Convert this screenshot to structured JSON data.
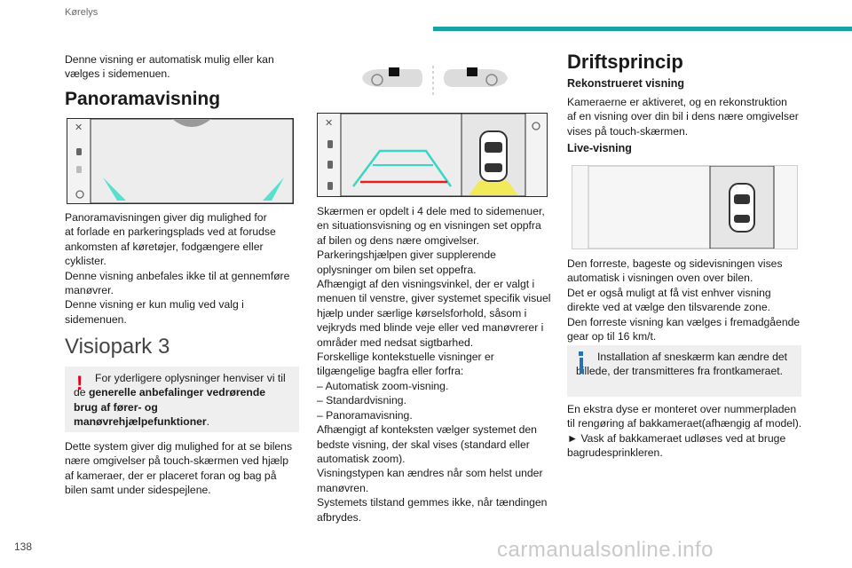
{
  "header": {
    "section": "Kørelys",
    "page_number": "138"
  },
  "col1": {
    "intro": "Denne visning er automatisk mulig eller kan vælges i sidemenuen.",
    "heading_panorama": "Panoramavisning",
    "panorama_lines": [
      "Panoramavisningen giver dig mulighed for",
      "at forlade en parkeringsplads ved at forudse",
      "ankomsten af køretøjer, fodgængere eller",
      "cyklister.",
      "Denne visning anbefales ikke til at gennemføre",
      "manøvrer.",
      "Denne visning er kun mulig ved valg i",
      "sidemenuen."
    ],
    "heading_visiopark": "Visiopark 3",
    "warning": {
      "text_before": "For yderligere oplysninger henviser vi til de ",
      "bold": "generelle anbefalinger vedrørende brug af fører- og manøvrehjælpefunktioner",
      "text_after": "."
    },
    "visiopark_lines": [
      "Dette system giver dig mulighed for at se bilens",
      "nære omgivelser på touch-skærmen ved hjælp",
      "af kameraer, der er placeret foran og bag på",
      "bilen samt under sidespejlene."
    ]
  },
  "col2": {
    "lines": [
      "Skærmen er opdelt i 4 dele med to sidemenuer,",
      "en situationsvisning og en visningen set oppfra",
      "af bilen og dens nære omgivelser.",
      "Parkeringshjælpen giver supplerende",
      "oplysninger om bilen set oppefra.",
      "Afhængigt af den visningsvinkel, der er valgt i",
      "menuen til venstre, giver systemet specifik visuel",
      "hjælp under særlige kørselsforhold, såsom i",
      "vejkryds med blinde veje eller ved manøvrerer i",
      "områder med nedsat sigtbarhed.",
      "Forskellige kontekstuelle visninger er",
      "tilgængelige bagfra eller forfra:",
      "– Automatisk zoom-visning.",
      "– Standardvisning.",
      "– Panoramavisning.",
      "Afhængigt af konteksten vælger systemet den",
      "bedste visning, der skal vises (standard eller",
      "automatisk zoom).",
      "Visningstypen kan ændres når som helst under",
      "manøvren.",
      "Systemets tilstand gemmes ikke, når tændingen",
      "afbrydes."
    ]
  },
  "col3": {
    "heading": "Driftsprincip",
    "sub1": "Rekonstrueret visning",
    "sub1_lines": [
      "Kameraerne er aktiveret, og en rekonstruktion",
      "af en visning over din bil i dens nære omgivelser",
      "vises på touch-skærmen."
    ],
    "sub2": "Live-visning",
    "live_lines": [
      "Den forreste, bageste og sidevisningen vises",
      "automatisk i visningen oven over bilen.",
      "Det er også muligt at få vist enhver visning",
      "direkte ved at vælge den tilsvarende zone.",
      "Den forreste visning kan vælges i fremadgående",
      "gear op til 16 km/t."
    ],
    "info": "Installation af sneskærm kan ændre det billede, der transmitteres fra frontkameraet.",
    "end_lines": [
      "En ekstra dyse er monteret over nummerpladen",
      "til rengøring af bakkameraet(afhængig af model).",
      "► Vask af bakkameraet udløses ved at bruge",
      "bagrudesprinkleren."
    ]
  },
  "watermark": "carmanualsonline.info",
  "colors": {
    "accent": "#1aa1a3",
    "warning": "#e2001a",
    "info": "#2b6fb6",
    "guide_line": "#39d6c8",
    "stop_line": "#e0201a",
    "zone": "#f2ea5a"
  }
}
